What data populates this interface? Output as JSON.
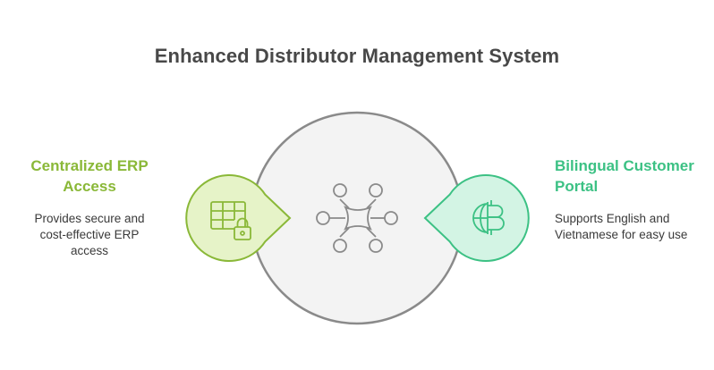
{
  "title": "Enhanced Distributor Management System",
  "left": {
    "heading": "Centralized ERP Access",
    "description": "Provides secure and cost-effective ERP access",
    "icon": "erp-table-lock-icon",
    "color": "#8ab838",
    "fill": "#e6f3c8"
  },
  "right": {
    "heading": "Bilingual Customer Portal",
    "description": "Supports English and Vietnamese for easy use",
    "icon": "globe-currency-icon",
    "color": "#3cc184",
    "fill": "#d3f4e4"
  },
  "center": {
    "icon": "network-hub-icon",
    "fill": "#f3f3f3",
    "stroke": "#8a8a8a"
  }
}
